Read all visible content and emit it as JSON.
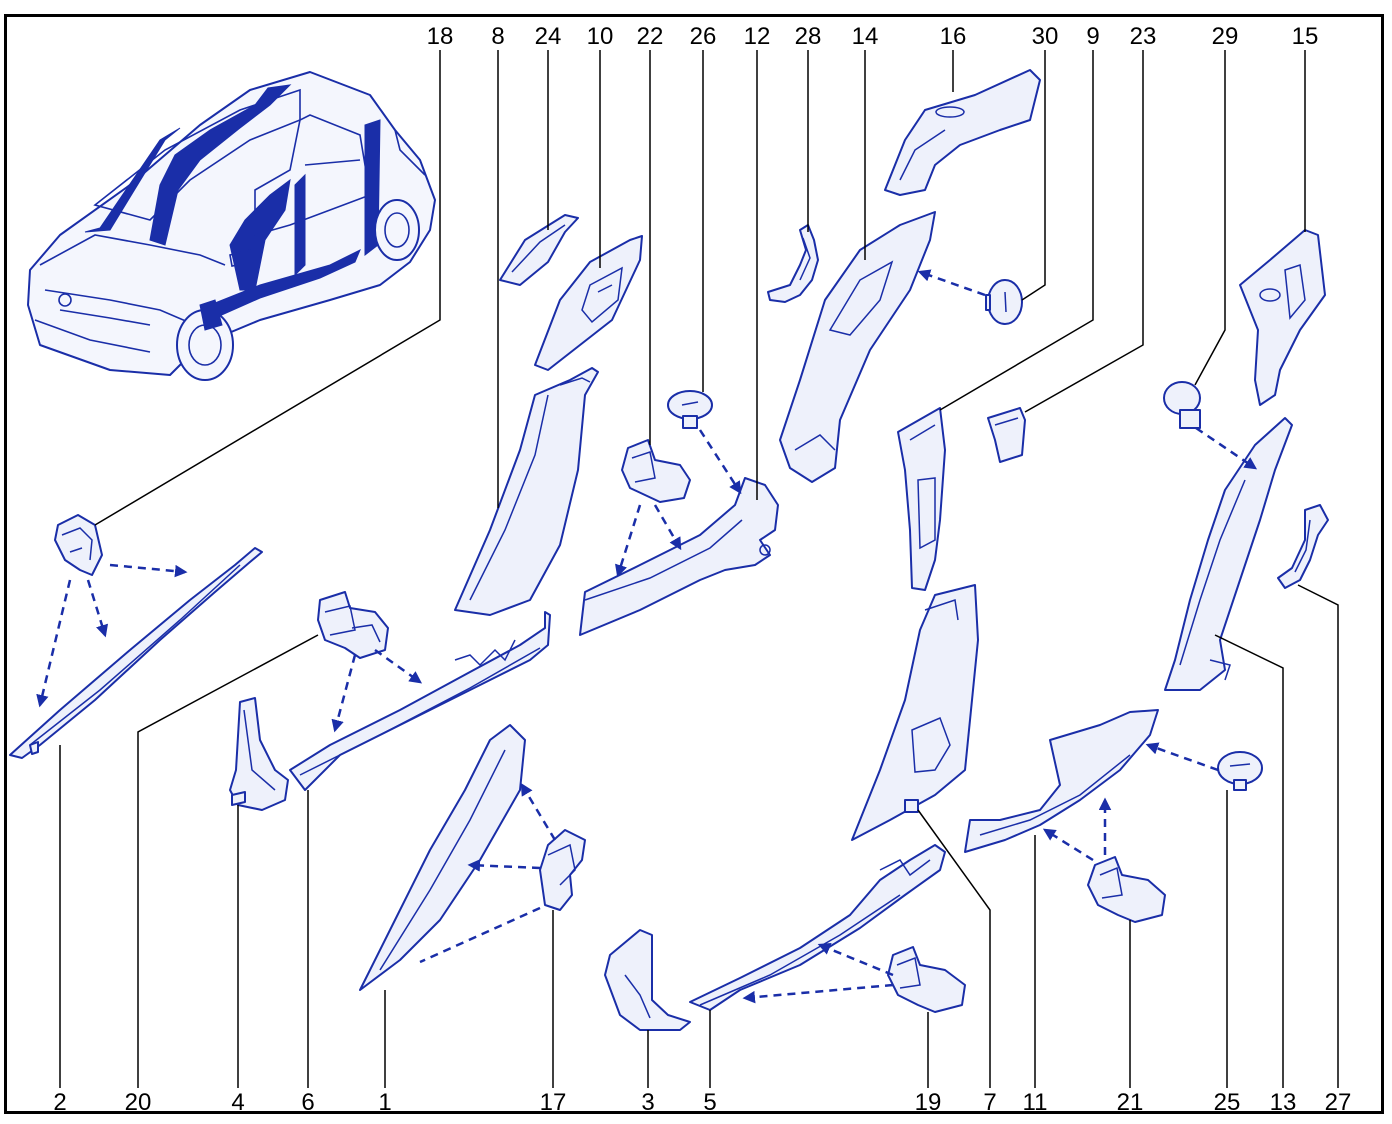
{
  "diagram": {
    "callouts_top": [
      "18",
      "8",
      "24",
      "10",
      "22",
      "26",
      "12",
      "28",
      "14",
      "16",
      "30",
      "9",
      "23",
      "29",
      "15"
    ],
    "callouts_bottom": [
      "2",
      "20",
      "4",
      "6",
      "1",
      "17",
      "3",
      "5",
      "19",
      "7",
      "11",
      "21",
      "25",
      "13",
      "27"
    ]
  },
  "colors": {
    "part_stroke": "#1a2ea8",
    "part_fill": "#eef1fb",
    "leader": "#000000",
    "frame": "#000000"
  },
  "icons": {
    "vehicle": "car-hatchback-icon",
    "arrow": "dashed-arrow-icon"
  }
}
